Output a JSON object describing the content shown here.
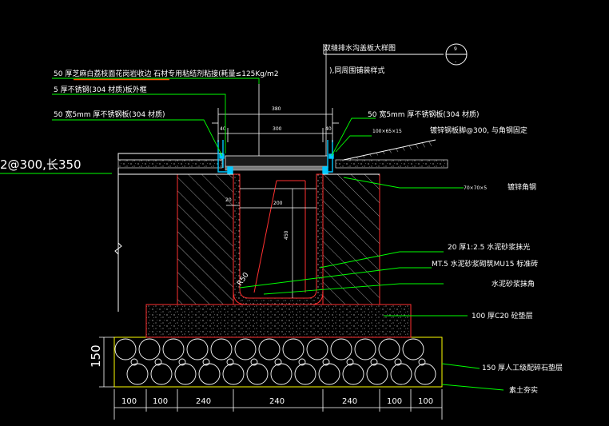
{
  "labels": {
    "detail_ref": "双缝排水沟盖板大样图",
    "detail_ref2": "),同周围铺装样式",
    "circle_top": "9",
    "circle_bottom": "-",
    "stone_cover": "50 厚芝麻白荔枝面花岗岩收边 石材专用粘结剂粘接(耗量≤125Kg/m2",
    "frame": "5 厚不锈钢(304 材质)板外框",
    "plate_left": "50 宽5mm  厚不锈钢板(304 材质)",
    "plate_right": "50 宽5mm  厚不锈钢板(304 材质)",
    "angle_anchor_size": "100×65×15",
    "angle_anchor": "镀锌钢板脚@300, 与角钢固定",
    "rebar": "2@300,长350",
    "angle_steel_size": "70×70×5",
    "angle_steel": "镀锌角钢",
    "plaster_20": "20 厚1:2.5  水泥砂浆抹光",
    "brick_wall": "MT.5  水泥砂浆砌筑MU15  标准砖",
    "fillet": "水泥砂浆抹角",
    "concrete": "100  厚C20  砼垫层",
    "gravel": "150  厚人工级配碎石垫层",
    "soil": "素土夯实",
    "r50": "R50"
  },
  "dims": {
    "top_total": "380",
    "top_left": "40",
    "top_mid": "300",
    "top_right": "40",
    "wall_20": "20",
    "inner_200": "200",
    "depth": "450",
    "gravel_h": "150",
    "bottom": [
      "100",
      "100",
      "240",
      "240",
      "240",
      "100",
      "100"
    ]
  },
  "colors": {
    "line": "#ffffff",
    "leader": "#00ff00",
    "wall_edge": "#ff3030",
    "plate": "#00c8ff",
    "stone": "#c8c8c8",
    "gravel_edge": "#ffff00",
    "underline": "#ff5000"
  }
}
